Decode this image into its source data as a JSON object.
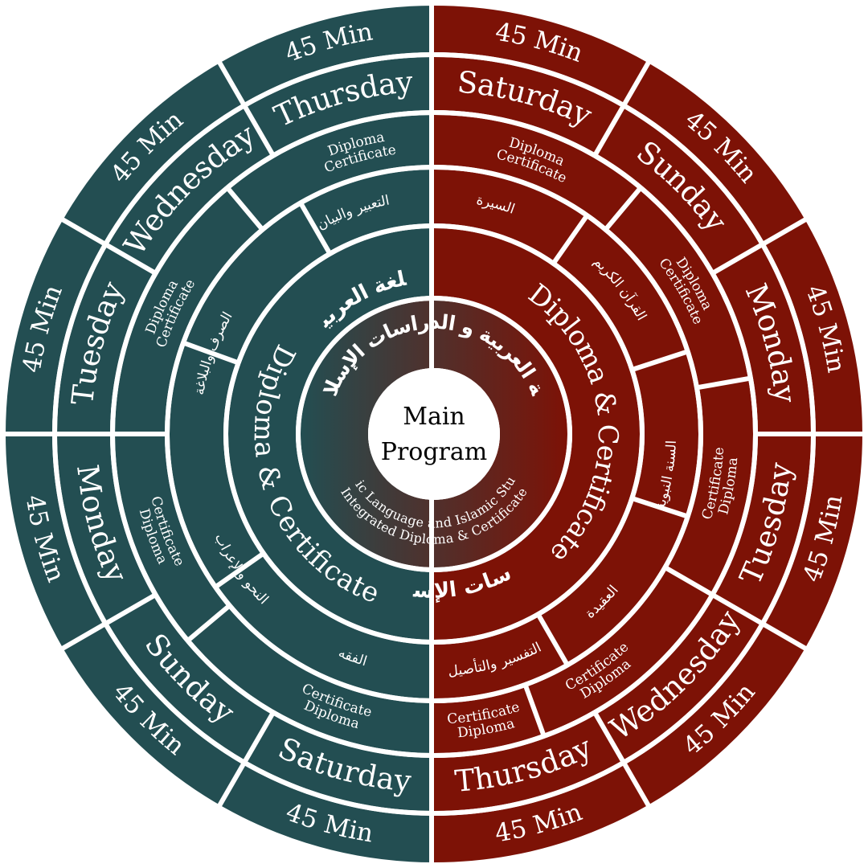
{
  "colors": {
    "left": "#234e52",
    "right": "#7d1206",
    "separator": "#ffffff",
    "center_text": "#000000"
  },
  "center": {
    "line1": "Main",
    "line2": "Program"
  },
  "title": {
    "arabic": "اللغة العربية و الدراسات الإسلامية",
    "english_line1": "Arabic Language and Islamic Studies",
    "english_line2": "Integrated Diploma & Certificate"
  },
  "programs": [
    {
      "label": "Diploma & Certificate"
    },
    {
      "label": "Diploma & Certificate"
    }
  ],
  "program_arabic": [
    {
      "label": "اللغة العربية"
    },
    {
      "label": "الدراسات الإسلامية"
    }
  ],
  "subjects": [
    {
      "label": "التعبير والبيان"
    },
    {
      "label": "الصرف والبلاغة"
    },
    {
      "label": "النحو والإعراب"
    },
    {
      "label": "الفقه"
    },
    {
      "label": "السيرة"
    },
    {
      "label": "القرآن الكريم"
    },
    {
      "label": "السنة النبوية"
    },
    {
      "label": "العقيدة"
    },
    {
      "label": "التفسير والتأصيل"
    },
    {
      "label": "الفقه"
    },
    {
      "label": "السيرة"
    }
  ],
  "certificates": [
    {
      "line1": "Diploma",
      "line2": "Certificate"
    },
    {
      "line1": "Diploma",
      "line2": "Certificate"
    },
    {
      "line1": "Diploma",
      "line2": "Certificate"
    },
    {
      "line1": "Diploma",
      "line2": "Certificate"
    },
    {
      "line1": "Diploma",
      "line2": "Certificate"
    },
    {
      "line1": "Diploma",
      "line2": "Certificate"
    },
    {
      "line1": "Diploma",
      "line2": "Certificate"
    },
    {
      "line1": "Diploma",
      "line2": "Certificate"
    },
    {
      "line1": "Diploma",
      "line2": "Certificate"
    }
  ],
  "days": [
    {
      "label": "Thursday"
    },
    {
      "label": "Wednesday"
    },
    {
      "label": "Tuesday"
    },
    {
      "label": "Monday"
    },
    {
      "label": "Sunday"
    },
    {
      "label": "Saturday"
    },
    {
      "label": "Saturday"
    },
    {
      "label": "Sunday"
    },
    {
      "label": "Monday"
    },
    {
      "label": "Tuesday"
    },
    {
      "label": "Wednesday"
    },
    {
      "label": "Thursday"
    }
  ],
  "durations": [
    {
      "label": "45 Min"
    },
    {
      "label": "45 Min"
    },
    {
      "label": "45 Min"
    },
    {
      "label": "45 Min"
    },
    {
      "label": "45 Min"
    },
    {
      "label": "45 Min"
    },
    {
      "label": "45 Min"
    },
    {
      "label": "45 Min"
    },
    {
      "label": "45 Min"
    },
    {
      "label": "45 Min"
    },
    {
      "label": "45 Min"
    },
    {
      "label": "45 Min"
    }
  ]
}
